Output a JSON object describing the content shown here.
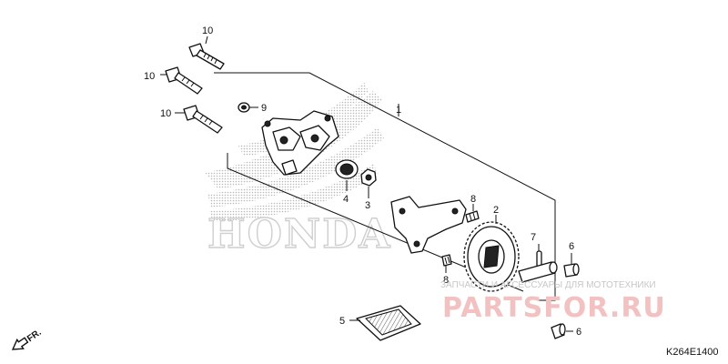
{
  "diagram": {
    "part_code": "K264E1400",
    "direction_label": "FR.",
    "logo_text": "HONDA",
    "watermark": {
      "brand": "PARTSFOR.RU",
      "tagline": "ЗАПЧАСТИ И АКСЕССУАРЫ ДЛЯ МОТОТЕХНИКИ"
    },
    "callouts": {
      "p1": "1",
      "p2": "2",
      "p3": "3",
      "p4": "4",
      "p5": "5",
      "p6a": "6",
      "p6b": "6",
      "p7": "7",
      "p8a": "8",
      "p8b": "8",
      "p9": "9",
      "p10a": "10",
      "p10b": "10",
      "p10c": "10"
    }
  }
}
